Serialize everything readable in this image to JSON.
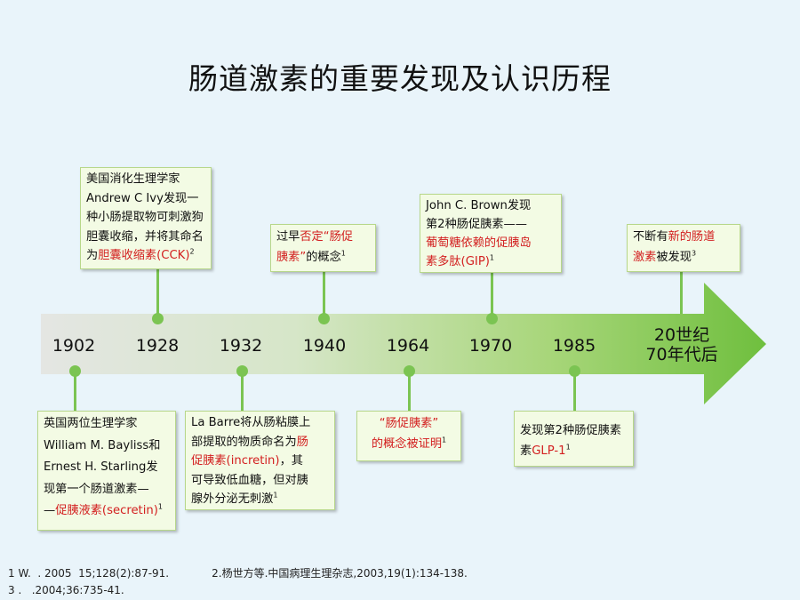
{
  "title": "肠道激素的重要发现及认识历程",
  "timeline": {
    "years": [
      "1902",
      "1928",
      "1932",
      "1940",
      "1964",
      "1970",
      "1985"
    ],
    "last_label_line1": "20世纪",
    "last_label_line2": "70年代后"
  },
  "boxes": {
    "b1928": {
      "line1": "美国消化生理学家",
      "line2": "Andrew  C Ivy发现一",
      "line3": "种小肠提取物可刺激狗",
      "line4": "胆囊收缩，并将其命名",
      "line5_pre": "为",
      "line5_red": "胆囊收缩素(CCK)",
      "ref": "2"
    },
    "b1940": {
      "line1_pre": "过早",
      "line1_red": "否定“肠促",
      "line2_red": "胰素”",
      "line2_post": "的概念",
      "ref": "1"
    },
    "b1970": {
      "line1": "John C. Brown发现",
      "line2": "第2种肠促胰素——",
      "line3_red": "葡萄糖依赖的促胰岛",
      "line4_red": "素多肽(GIP)",
      "ref": "1"
    },
    "b70s": {
      "line1_pre": "不断有",
      "line1_red": "新的肠道",
      "line2_red": "激素",
      "line2_post": "被发现",
      "ref": "3"
    },
    "b1902": {
      "line1": "英国两位生理学家",
      "line2": "William M. Bayliss和",
      "line3": "Ernest H. Starling发",
      "line4": "现第一个肠道激素—",
      "line5_pre": "—",
      "line5_red": "促胰液素(secretin)",
      "ref": "1"
    },
    "b1932": {
      "line1": "La Barre将从肠粘膜上",
      "line2_pre": "部提取的物质命名为",
      "line2_red": "肠",
      "line3_red": "促胰素(incretin)",
      "line3_post": "，其",
      "line4": "可导致低血糖，但对胰",
      "line5": "腺外分泌无刺激",
      "ref": "1"
    },
    "b1964": {
      "line1_red": "“肠促胰素”",
      "line2_red": "的概念被证明",
      "ref": "1"
    },
    "b1985": {
      "line1": "发现第2种肠促胰素",
      "line2_pre": "素",
      "line2_red": "GLP-1",
      "ref": "1"
    }
  },
  "references": {
    "line1_a": "1 W.  . 2005  15;128(2):87-91.",
    "line1_b": "2.杨世方等.中国病理生理杂志,2003,19(1):134-138.",
    "line2": "3 .   .2004;36:735-41."
  },
  "colors": {
    "accent_green": "#7bc452",
    "box_bg": "#f3fbe4",
    "highlight_red": "#d32020"
  }
}
